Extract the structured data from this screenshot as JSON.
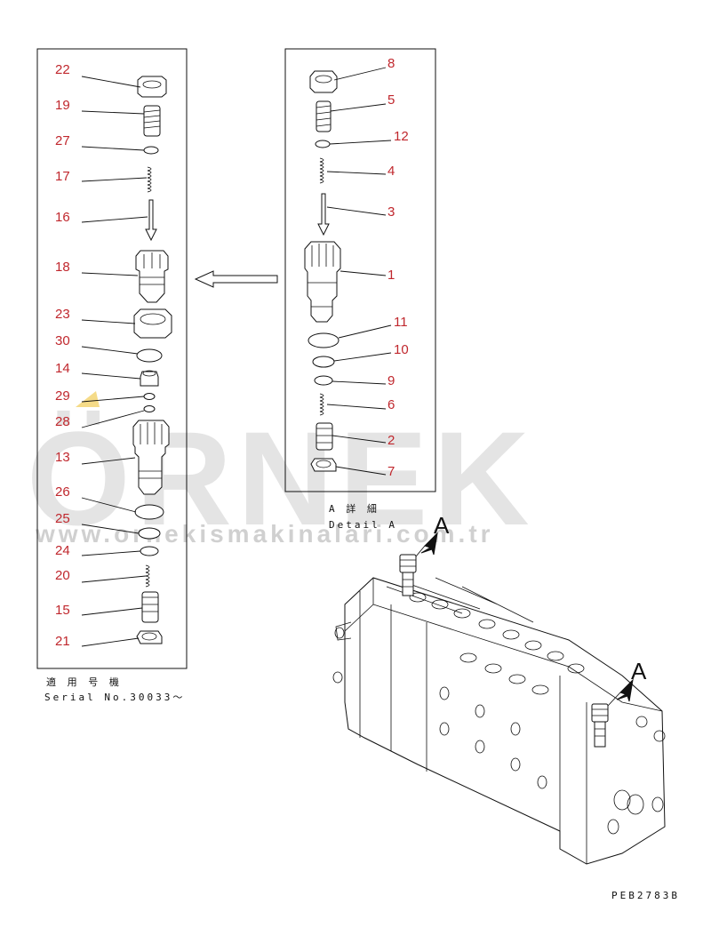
{
  "left_panel": {
    "labels": [
      "22",
      "19",
      "27",
      "17",
      "16",
      "18",
      "23",
      "30",
      "14",
      "29",
      "28",
      "13",
      "26",
      "25",
      "24",
      "20",
      "15",
      "21"
    ],
    "caption_jp": "適 用 号 機",
    "caption_en": "Serial No.30033～"
  },
  "right_panel": {
    "labels": [
      "8",
      "5",
      "12",
      "4",
      "3",
      "1",
      "11",
      "10",
      "9",
      "6",
      "2",
      "7"
    ],
    "caption_jp": "A 詳 細",
    "caption_en": "Detail A"
  },
  "view_labels": {
    "top": "A",
    "side": "A"
  },
  "drawing_code": "PEB2783B",
  "watermark": {
    "brand": "ÖRNEK",
    "url": "www.ornekismakinalari.com.tr"
  },
  "colors": {
    "label": "#c0272d",
    "watermark": "#cfcfcf",
    "line": "#111111"
  }
}
